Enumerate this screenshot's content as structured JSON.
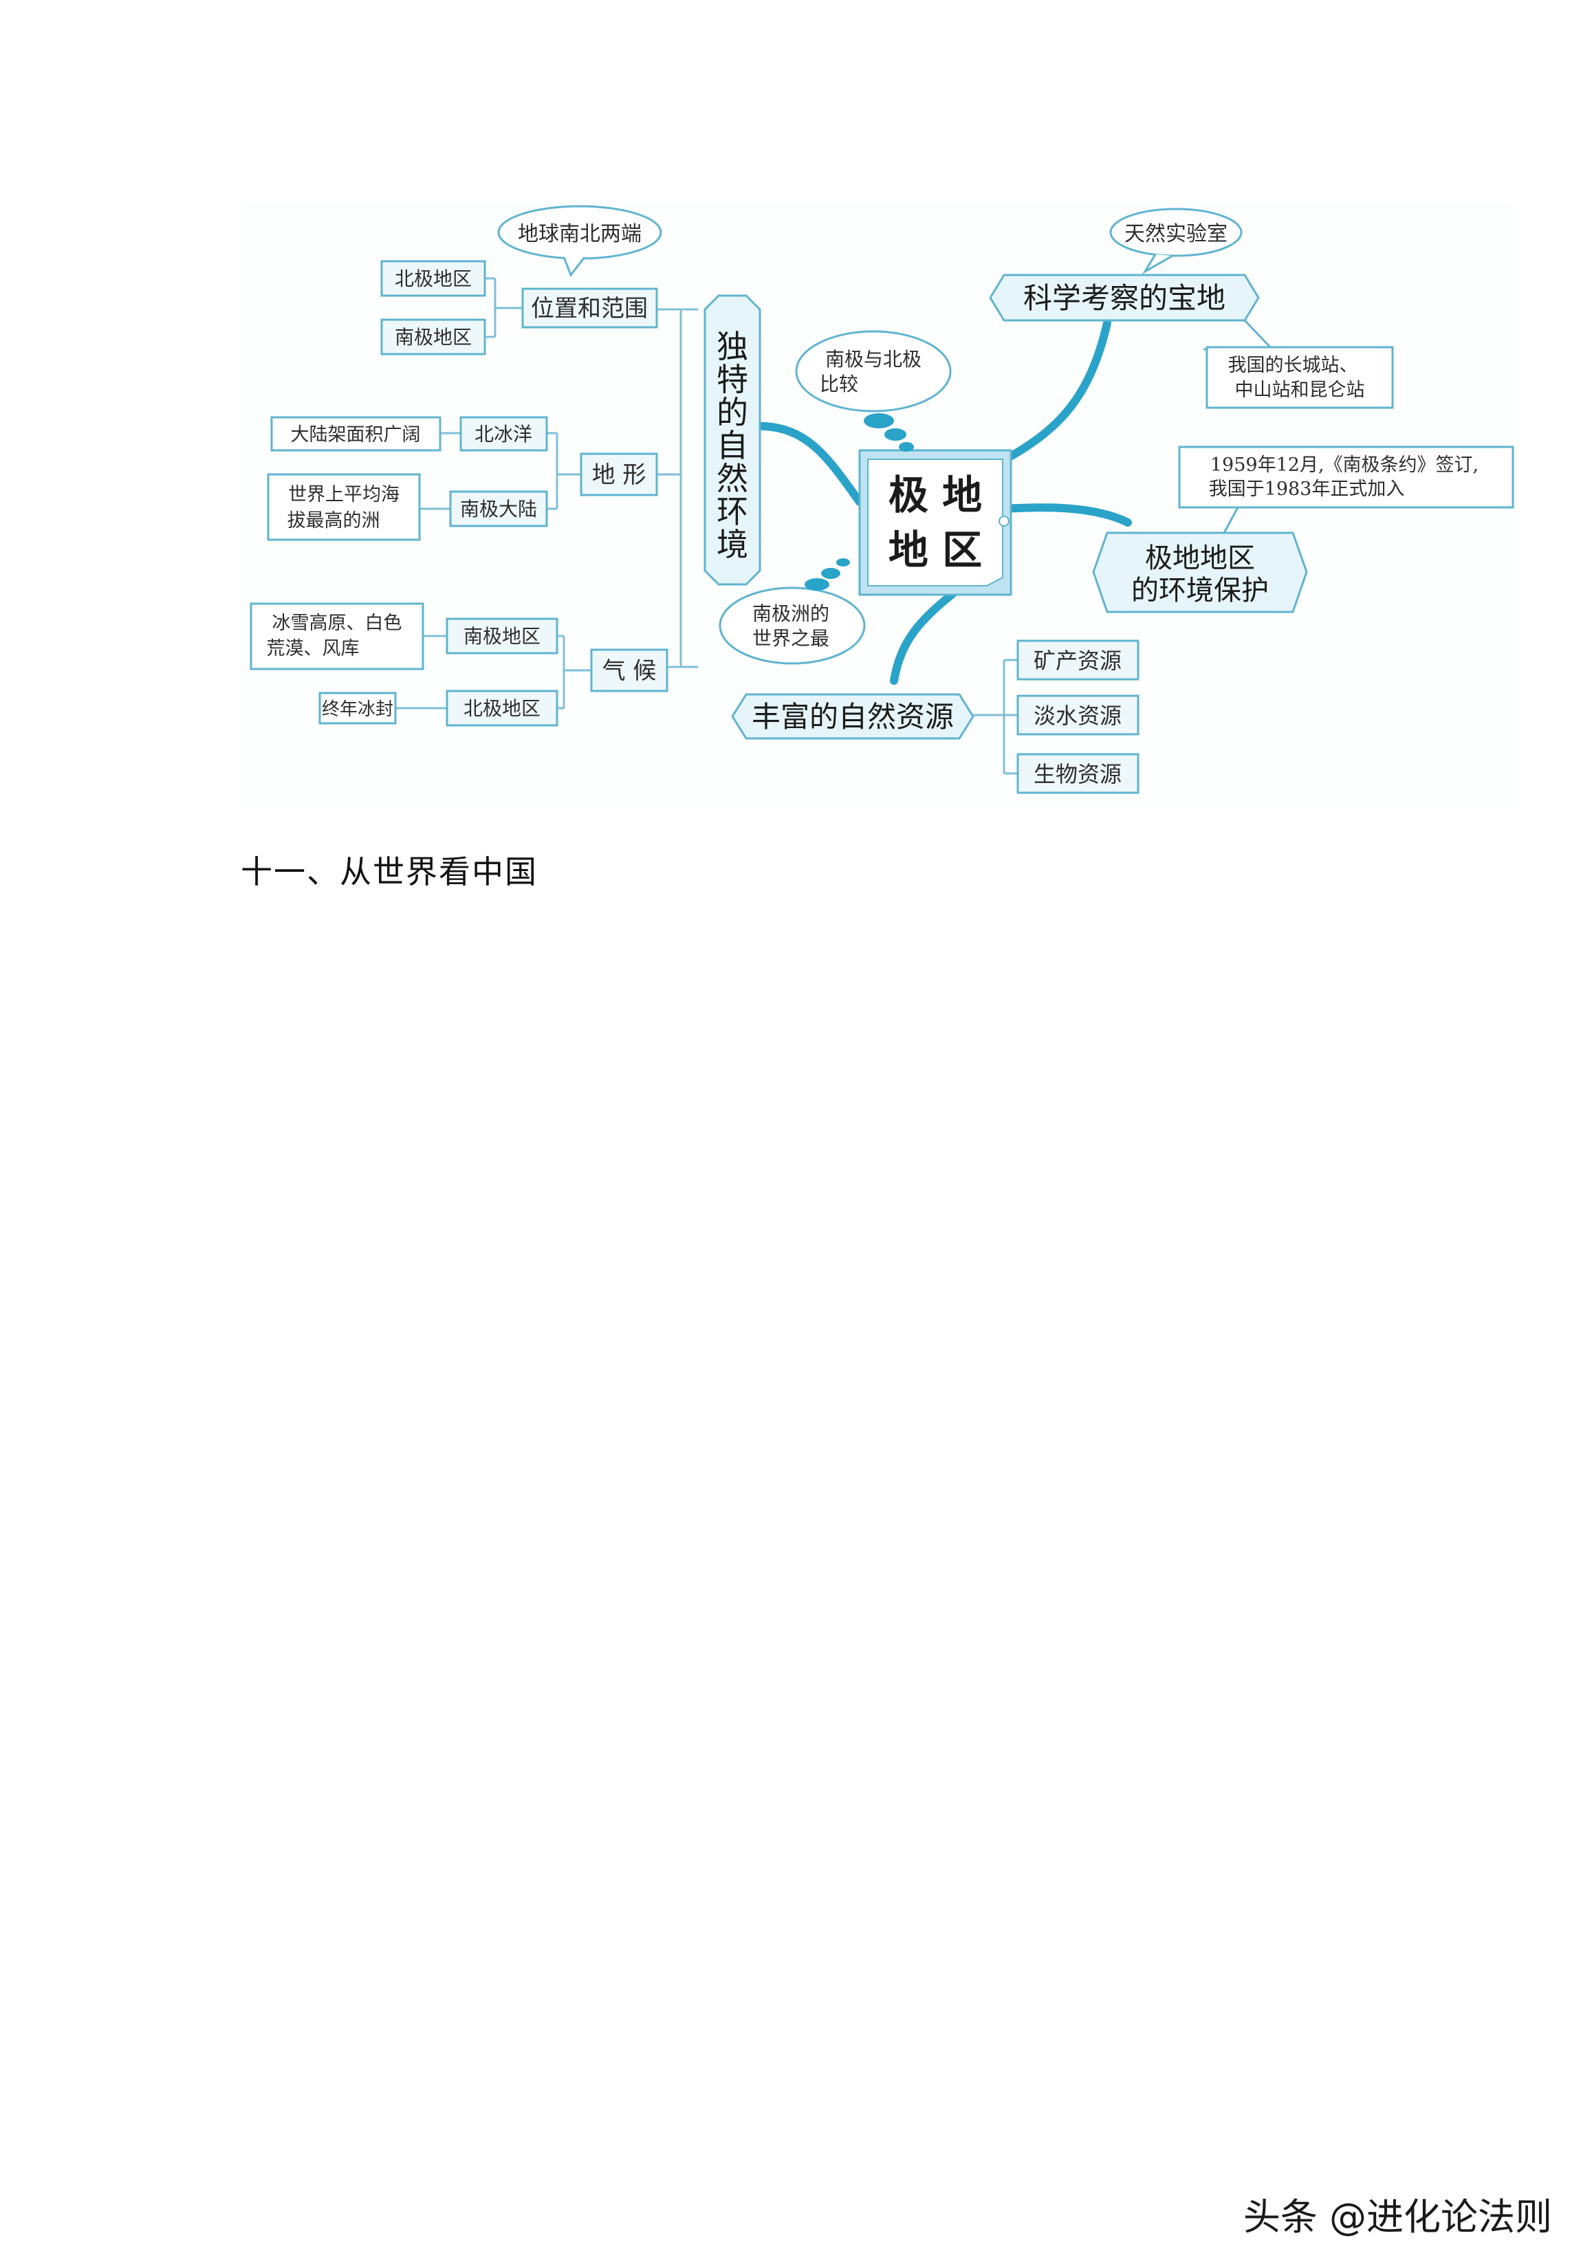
{
  "diagram": {
    "center": {
      "line1": "极 地",
      "line2": "地 区"
    },
    "branches": {
      "natural_env": {
        "label": [
          "独",
          "特",
          "的",
          "自",
          "然",
          "环",
          "境"
        ],
        "position": {
          "label": "位置和范围",
          "note": "地球南北两端",
          "children": [
            "北极地区",
            "南极地区"
          ]
        },
        "terrain": {
          "label": "地 形",
          "items": [
            {
              "label": "北冰洋",
              "detail": [
                "大陆架面积广阔"
              ]
            },
            {
              "label": "南极大陆",
              "detail": [
                "世界上平均海",
                "拔最高的洲"
              ]
            }
          ]
        },
        "climate": {
          "label": "气 候",
          "items": [
            {
              "label": "南极地区",
              "detail": [
                "冰雪高原、白色",
                "荒漠、风库"
              ]
            },
            {
              "label": "北极地区",
              "detail": [
                "终年冰封"
              ]
            }
          ]
        }
      },
      "science": {
        "label": "科学考察的宝地",
        "note_top": "天然实验室",
        "note_side": [
          "我国的长城站、",
          "中山站和昆仑站"
        ]
      },
      "protection": {
        "label": [
          "极地地区",
          "的环境保护"
        ],
        "note": [
          "1959年12月,《南极条约》签订,",
          "我国于1983年正式加入"
        ]
      },
      "resources": {
        "label": "丰富的自然资源",
        "items": [
          "矿产资源",
          "淡水资源",
          "生物资源"
        ]
      }
    },
    "bubbles": {
      "compare": [
        "南极与北极",
        "比较"
      ],
      "records": [
        "南极洲的",
        "世界之最"
      ]
    },
    "colors": {
      "accent": "#2aa3c9",
      "box_fill": "#eef8fb",
      "box_stroke": "#5fb4d0",
      "center_fill": "#bfe3f0"
    }
  },
  "doc": {
    "heading": "十一、从世界看中国"
  },
  "watermark": {
    "text": "头条 @进化论法则"
  }
}
